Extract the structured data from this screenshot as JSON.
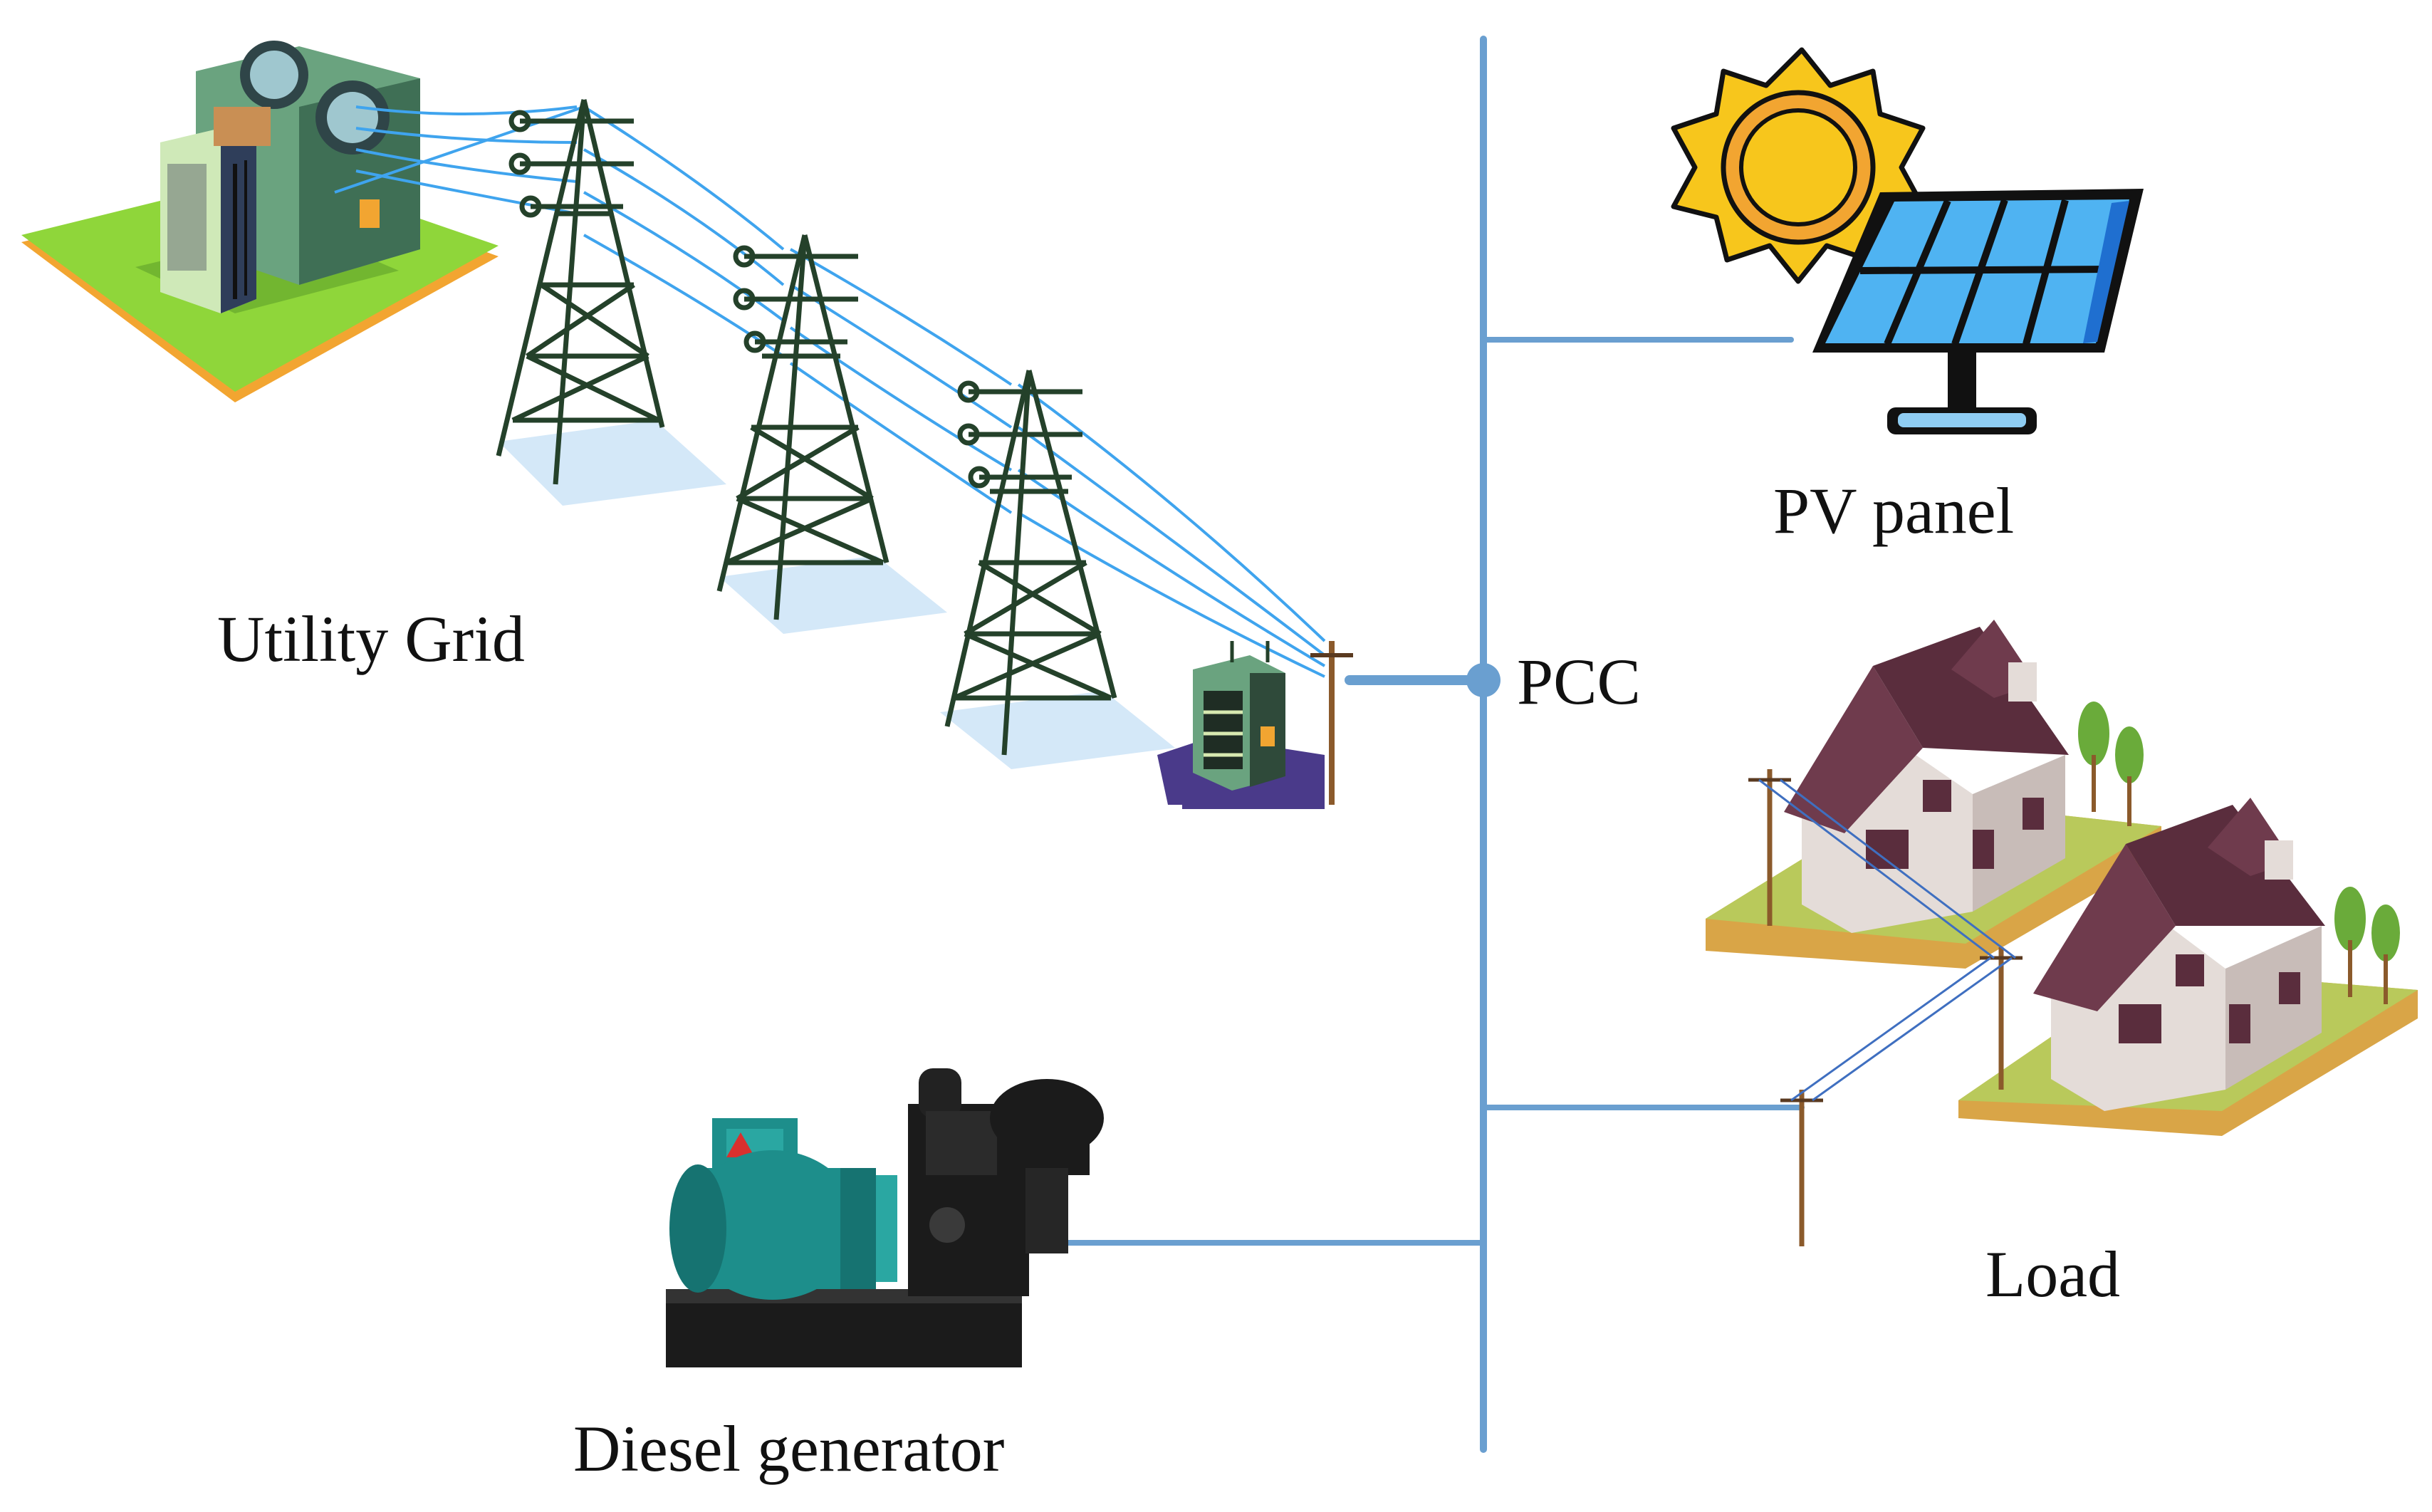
{
  "labels": {
    "utility_grid": "Utility Grid",
    "pv_panel": "PV panel",
    "pcc": "PCC",
    "load": "Load",
    "diesel_generator": "Diesel generator"
  },
  "colors": {
    "bus_line": "#6a9fd0",
    "tower": "#24412a",
    "transmission_wire": "#3fa4ee",
    "ground_green": "#8fd63a",
    "ground_orange": "#f2a531",
    "sun": "#f7c61c",
    "panel_cell": "#4fb3f2",
    "panel_frame": "#111111",
    "roof": "#6f3b4d",
    "wall": "#e4dcd8",
    "lawn": "#b9c95b",
    "generator_teal": "#1d8e8b",
    "generator_black": "#1b1b1b"
  }
}
